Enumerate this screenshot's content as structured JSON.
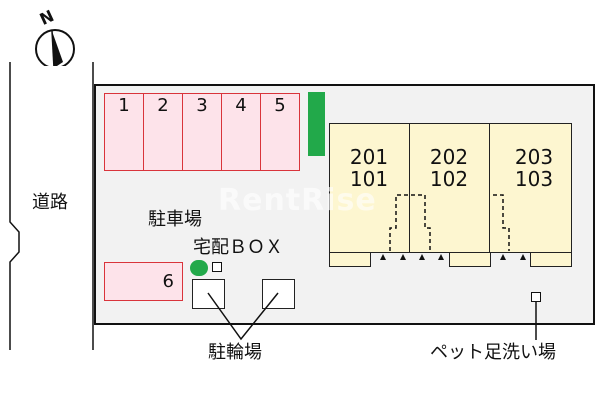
{
  "compass": {
    "label": "N"
  },
  "road": {
    "label": "道路"
  },
  "parking": {
    "label": "駐車場",
    "spots": [
      {
        "number": "1"
      },
      {
        "number": "2"
      },
      {
        "number": "3"
      },
      {
        "number": "4"
      },
      {
        "number": "5"
      },
      {
        "number": "6"
      }
    ]
  },
  "delivery_box": {
    "label": "宅配ＢＯＸ"
  },
  "bicycle_parking": {
    "label": "駐輪場"
  },
  "pet_wash": {
    "label": "ペット足洗い場"
  },
  "building": {
    "units": [
      {
        "upper": "201",
        "lower": "101"
      },
      {
        "upper": "202",
        "lower": "102"
      },
      {
        "upper": "203",
        "lower": "103"
      }
    ]
  },
  "watermark": "RentRise",
  "colors": {
    "parking_fill": "#fde3ea",
    "parking_border": "#d9343b",
    "building_fill": "#fdf6d0",
    "green": "#22a94a",
    "lot_fill": "#f2f2f2"
  }
}
